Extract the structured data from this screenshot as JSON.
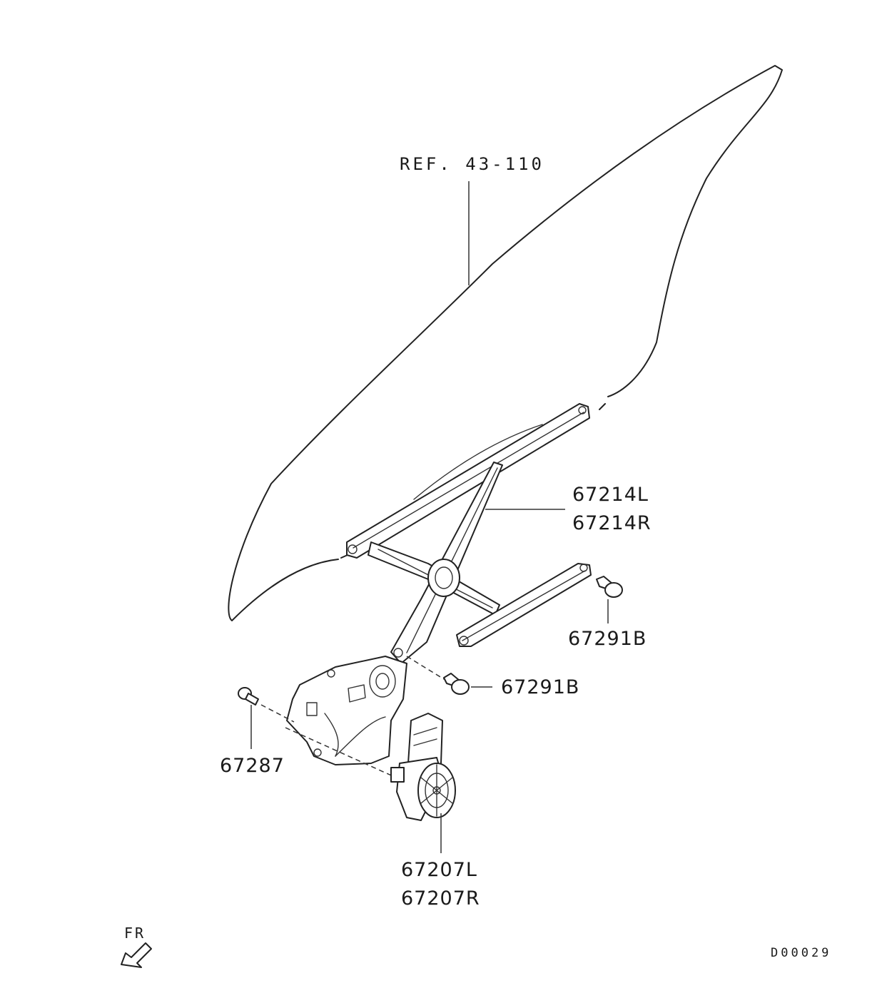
{
  "diagram": {
    "reference_label": "REF. 43-110",
    "parts": {
      "regulator": [
        "67214L",
        "67214R"
      ],
      "bolt_right": "67291B",
      "bolt_center": "67291B",
      "screw_left": "67287",
      "motor": [
        "67207L",
        "67207R"
      ]
    },
    "orientation_label": "FR",
    "diagram_code": "D00029"
  }
}
